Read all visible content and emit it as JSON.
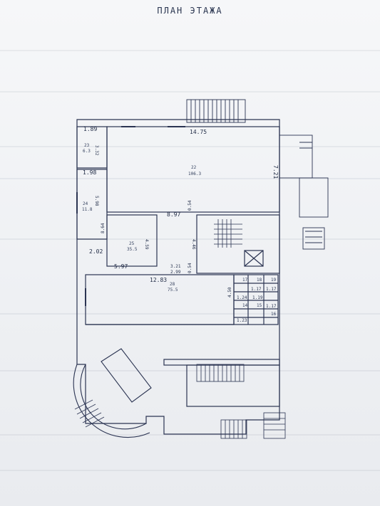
{
  "title": "ПЛАН ЭТАЖА",
  "dimensions": {
    "d_1_89": "1.89",
    "d_3_32": "3.32",
    "d_14_75": "14.75",
    "d_7_21": "7.21",
    "d_1_98": "1.98",
    "d_5_98": "5.98",
    "d_8_97": "8.97",
    "d_0_54_top": "0.54",
    "d_8_64": "8.64",
    "d_4_59": "4.59",
    "d_4_46": "4.46",
    "d_2_02": "2.02",
    "d_5_97": "5.97",
    "d_3_21": "3.21",
    "d_2_99": "2.99",
    "d_0_54_mid": "0.54",
    "d_12_83": "12.83",
    "d_4_50": "4.50",
    "d_1_17_a": "1.17",
    "d_1_17_b": "1.17",
    "d_1_17_c": "1.17",
    "d_1_19": "1.19",
    "d_1_24": "1.24",
    "d_1_23": "1.23"
  },
  "rooms": {
    "r_23": "23",
    "r_23_area": "6.3",
    "r_22": "22",
    "r_22_area": "106.3",
    "r_24": "24",
    "r_24_area": "11.8",
    "r_25": "25",
    "r_25_area": "35.5",
    "r_28": "28",
    "r_28_area": "75.5",
    "r_17": "17",
    "r_18": "18",
    "r_19": "19",
    "r_14": "14",
    "r_15": "15",
    "r_16": "16"
  }
}
